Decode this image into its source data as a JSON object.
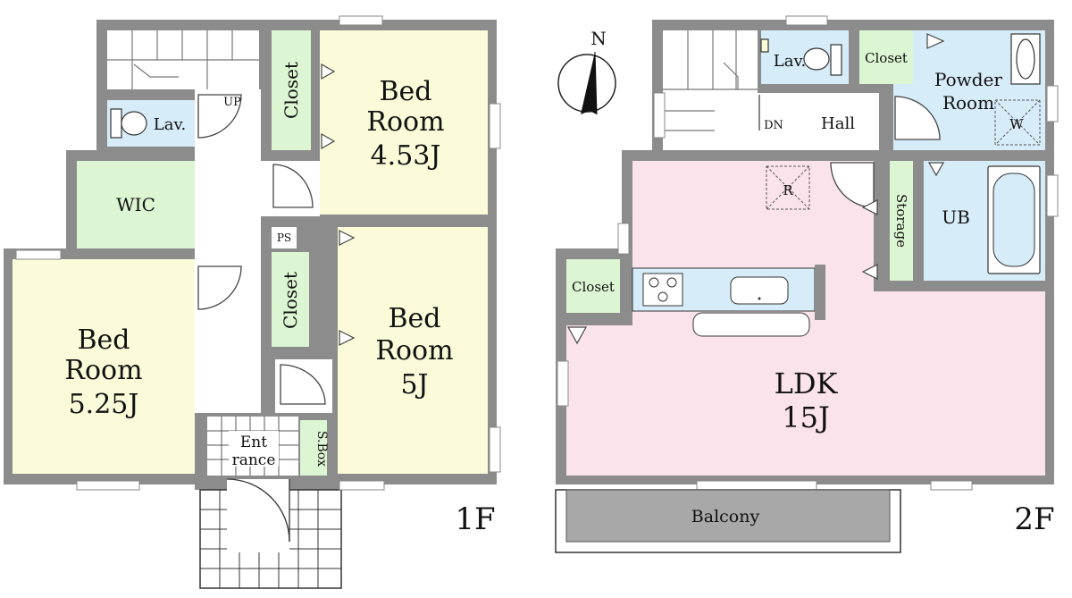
{
  "floor1": {
    "label": "1F",
    "rooms": {
      "bed_a": {
        "line1": "Bed",
        "line2": "Room",
        "size": "4.53J"
      },
      "bed_b": {
        "line1": "Bed",
        "line2": "Room",
        "size": "5J"
      },
      "bed_c": {
        "line1": "Bed",
        "line2": "Room",
        "size": "5.25J"
      },
      "wic": "WIC",
      "lav": "Lav.",
      "closet_a": "Closet",
      "closet_b": "Closet",
      "ps": "PS",
      "up": "UP",
      "entrance_line1": "Ent",
      "entrance_line2": "rance",
      "sbox": "S.Box"
    }
  },
  "floor2": {
    "label": "2F",
    "rooms": {
      "ldk": "LDK",
      "ldk_size": "15J",
      "lav": "Lav.",
      "closet_a": "Closet",
      "closet_b": "Closet",
      "powder_line1": "Powder",
      "powder_line2": "Room",
      "w": "W",
      "hall": "Hall",
      "dn": "DN",
      "r": "R",
      "ub": "UB",
      "storage": "Storage",
      "balcony": "Balcony"
    }
  },
  "compass": {
    "north": "N"
  },
  "colors": {
    "wall": "#8c8c8c",
    "bedroom": "#fbfbd9",
    "closet": "#dcf5d2",
    "wet": "#d6ecf8",
    "ldk": "#fbe3ec",
    "balcony": "#a8a8a8"
  }
}
